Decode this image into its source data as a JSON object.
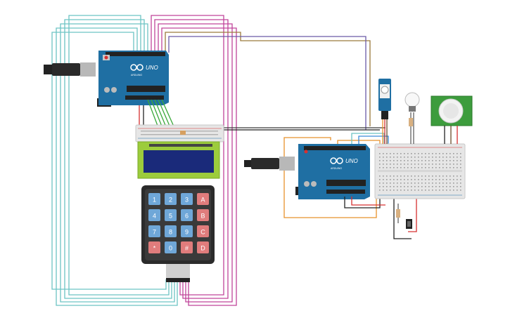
{
  "arduino_top": {
    "brand_text": "UNO",
    "sub_text": "ARDUINO"
  },
  "arduino_bottom": {
    "brand_text": "UNO",
    "sub_text": "ARDUINO"
  },
  "keypad": {
    "keys": [
      "1",
      "2",
      "3",
      "A",
      "4",
      "5",
      "6",
      "B",
      "7",
      "8",
      "9",
      "C",
      "*",
      "0",
      "#",
      "D"
    ]
  },
  "colors": {
    "board_blue": "#1f6fa3",
    "keypad_body": "#2b2b2b",
    "key_blue": "#6fa7d8",
    "key_red": "#e07c7c",
    "lcd_green": "#9ccc3c",
    "lcd_screen": "#1a2a7a",
    "wire_teal": "#6cc4c4",
    "wire_pink": "#c0449a",
    "wire_green": "#3aa83a",
    "wire_orange": "#e8922c",
    "wire_red": "#d63030",
    "wire_black": "#222222",
    "pir_green": "#3d9c3d"
  }
}
